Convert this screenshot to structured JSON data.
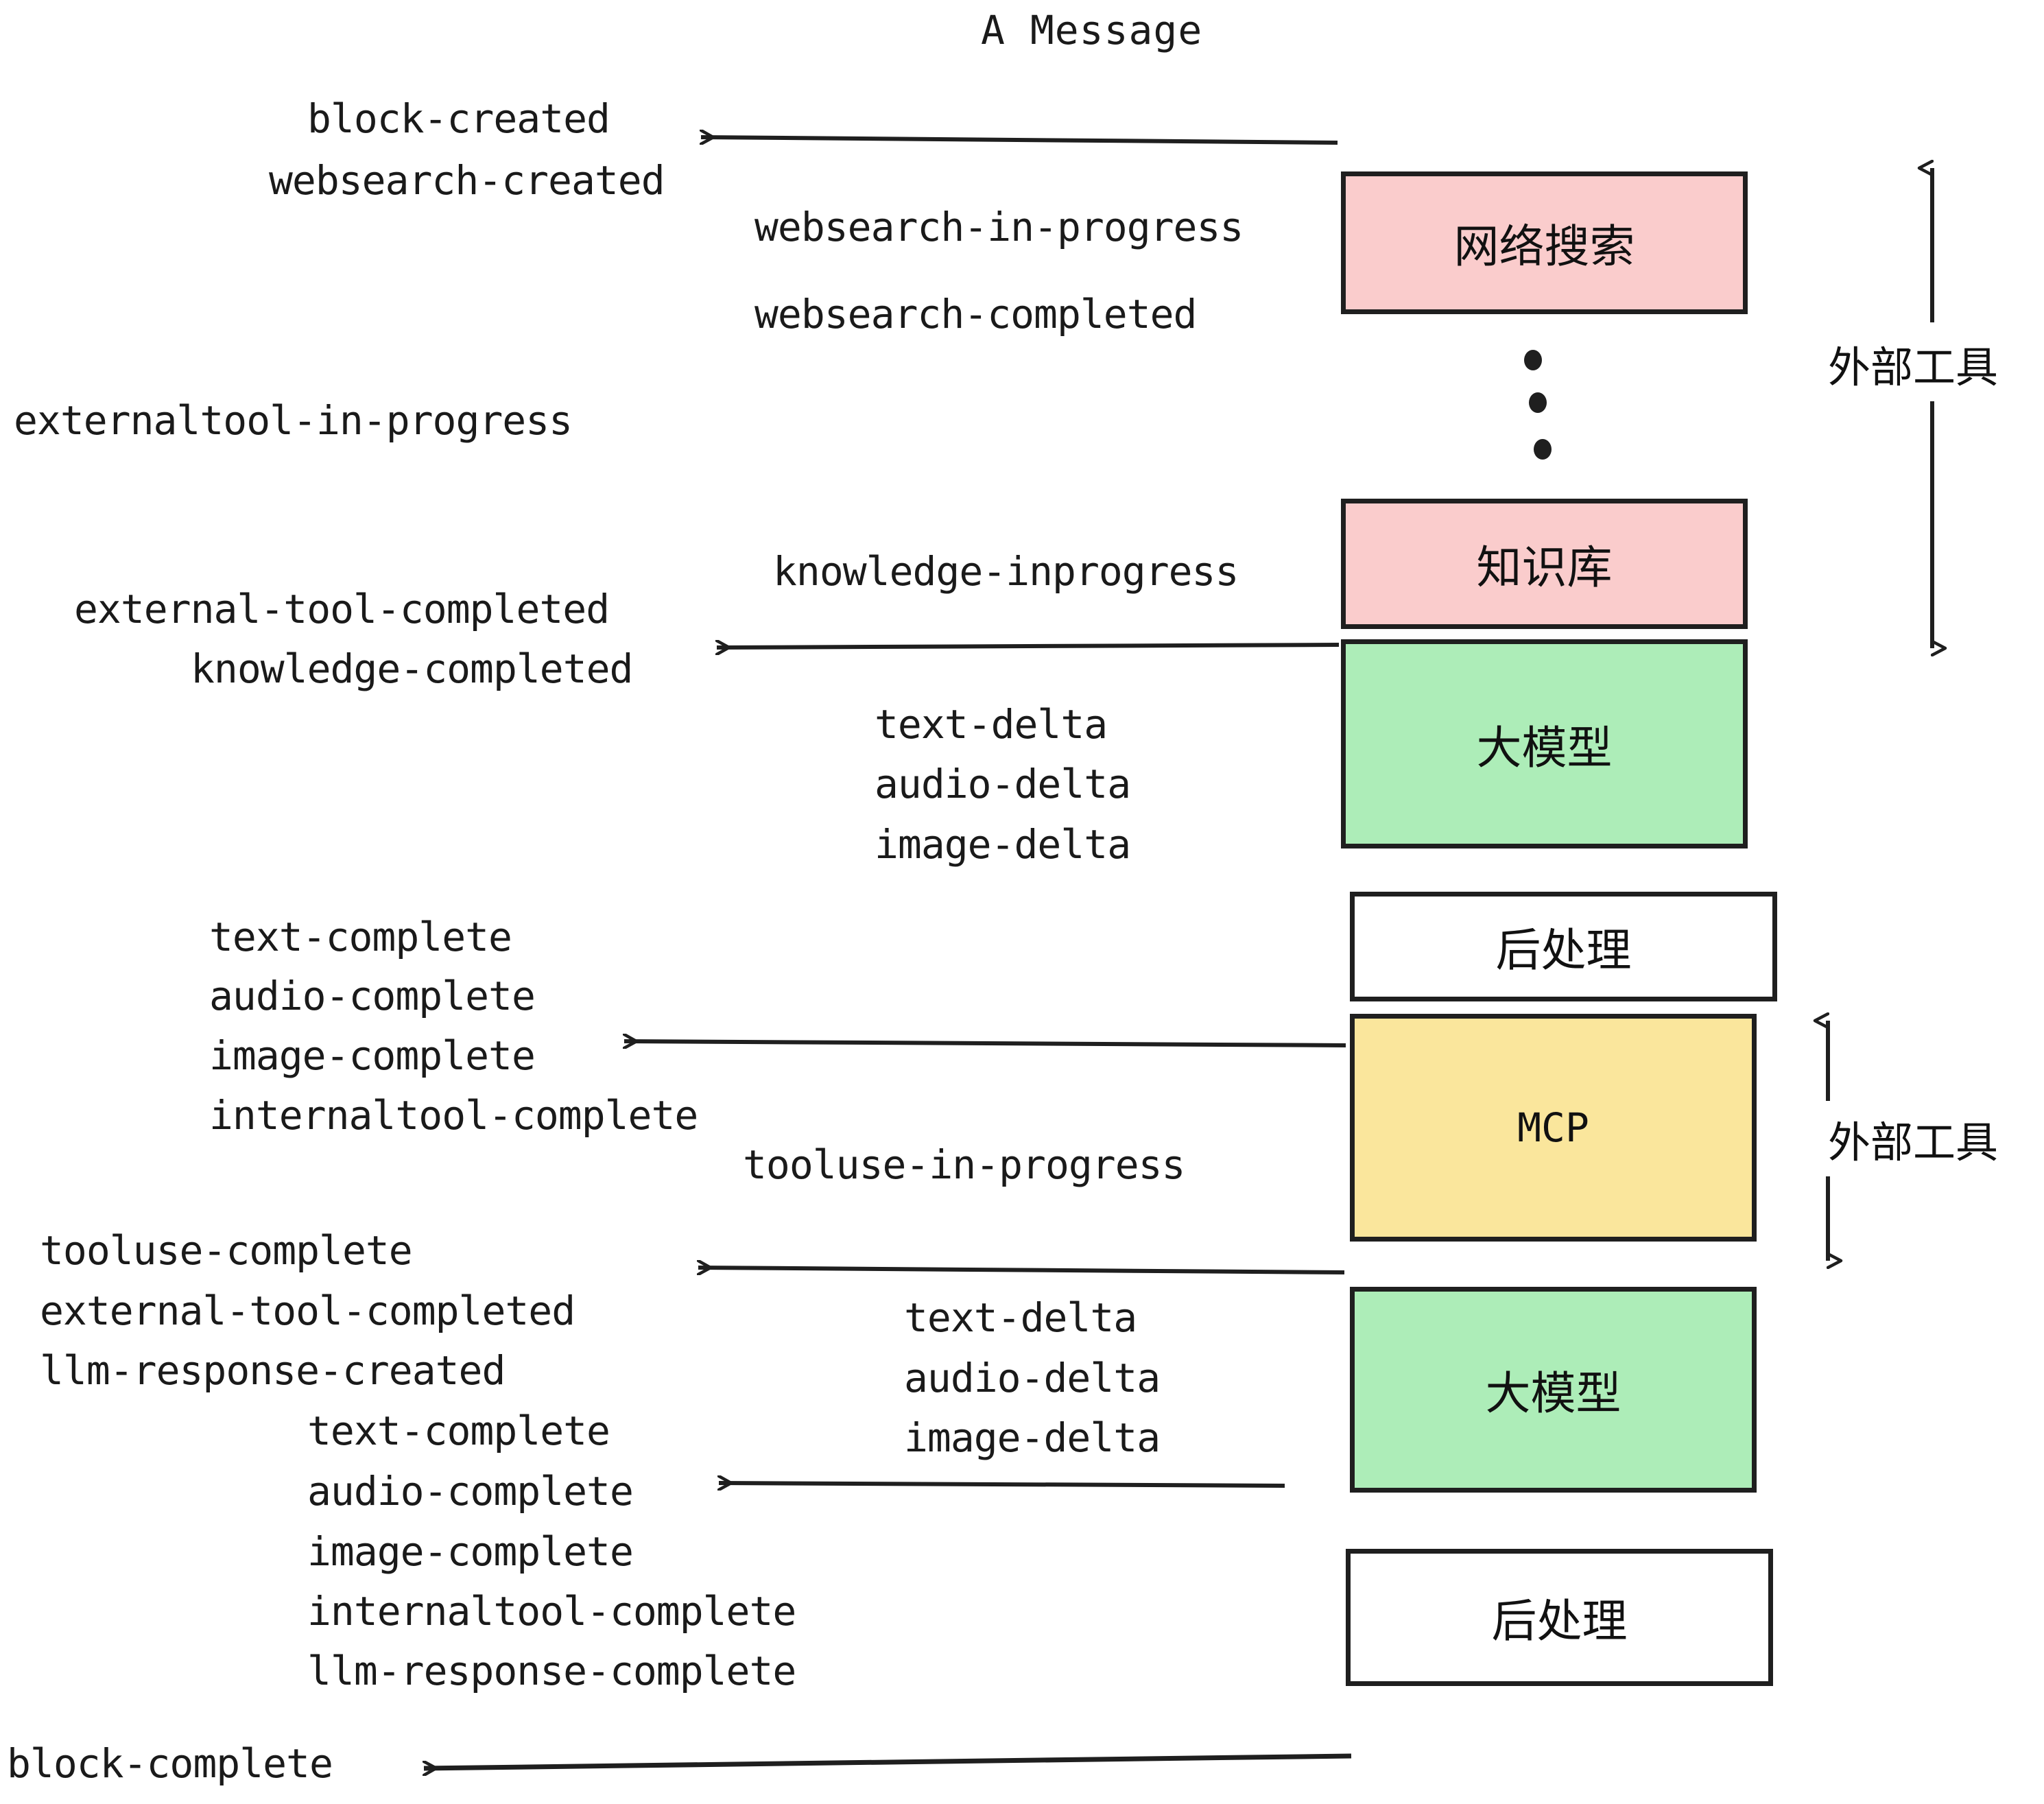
{
  "title": "A Message",
  "events": {
    "g1": [
      "block-created",
      "websearch-created"
    ],
    "g2": [
      "websearch-in-progress",
      "websearch-completed"
    ],
    "g3": [
      "externaltool-in-progress"
    ],
    "g4": [
      "knowledge-inprogress"
    ],
    "g5": [
      "external-tool-completed",
      "knowledge-completed"
    ],
    "g6": [
      "text-delta",
      "audio-delta",
      "image-delta"
    ],
    "g7": [
      "text-complete",
      "audio-complete",
      "image-complete",
      "internaltool-complete"
    ],
    "g8": [
      "tooluse-in-progress"
    ],
    "g9": [
      "tooluse-complete",
      "external-tool-completed",
      "llm-response-created"
    ],
    "g10": [
      "text-delta",
      "audio-delta",
      "image-delta"
    ],
    "g11": [
      "text-complete",
      "audio-complete",
      "image-complete",
      "internaltool-complete",
      "llm-response-complete"
    ],
    "g12": [
      "block-complete"
    ]
  },
  "boxes": {
    "websearch": {
      "label": "网络搜索",
      "color": "#FACCCC"
    },
    "knowledge": {
      "label": "知识库",
      "color": "#FACCCC"
    },
    "llm1": {
      "label": "大模型",
      "color": "#ADEDB8"
    },
    "post1": {
      "label": "后处理",
      "color": "#FFFFFF"
    },
    "mcp": {
      "label": "MCP",
      "color": "#FAE69C"
    },
    "llm2": {
      "label": "大模型",
      "color": "#ADEDB8"
    },
    "post2": {
      "label": "后处理",
      "color": "#FFFFFF"
    }
  },
  "side_labels": {
    "external_tools_top": "外部工具",
    "external_tools_bottom": "外部工具"
  },
  "ellipsis": {
    "dots": 3
  },
  "colors": {
    "stroke": "#1f1f1f",
    "text": "#1a1a1a",
    "pink": "#FACCCC",
    "green": "#ADEDB8",
    "yellow": "#FAE69C",
    "white": "#FFFFFF"
  }
}
